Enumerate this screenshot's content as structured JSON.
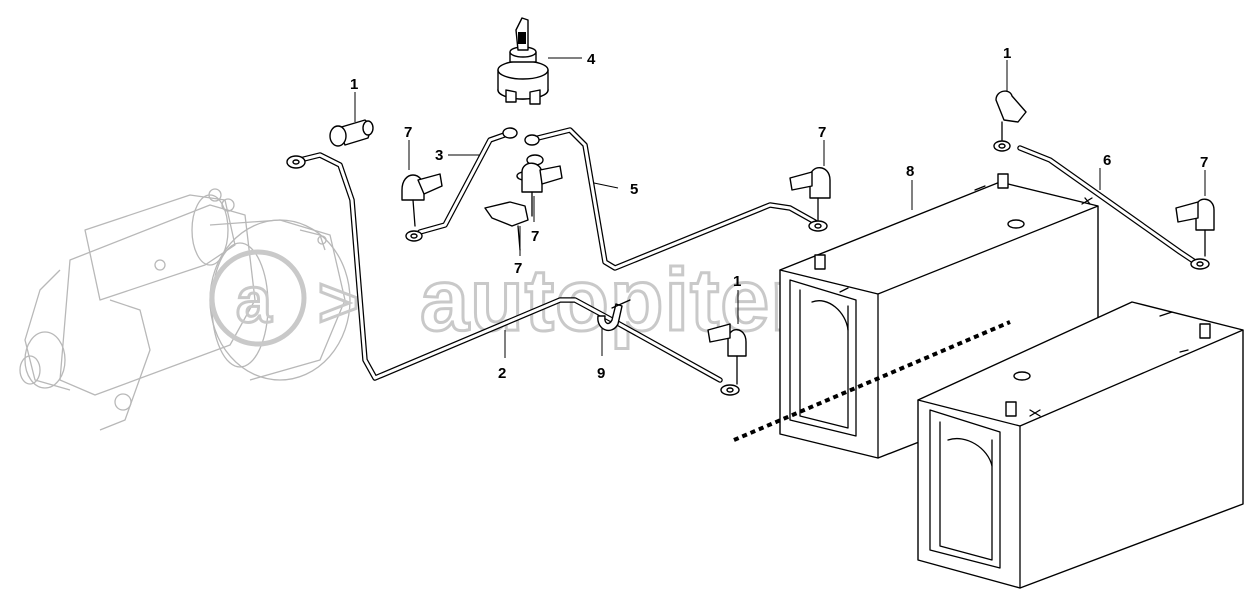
{
  "watermark": "autopiter.ru",
  "labels": {
    "starter_cap": "1",
    "center_cap": "1",
    "right_cap": "1",
    "ground_cable": "2",
    "short_cable": "3",
    "switch": "4",
    "long_cable": "5",
    "jumper_cable": "6",
    "cap_left": "7",
    "cap_switch_bottom": "7",
    "cap_switch_mid": "7",
    "cap_battery": "7",
    "cap_right": "7",
    "battery_front": "8",
    "clamp": "9"
  },
  "colors": {
    "line": "#000000",
    "ghost": "#b8b8b8",
    "watermark": "#c9c9c9"
  }
}
